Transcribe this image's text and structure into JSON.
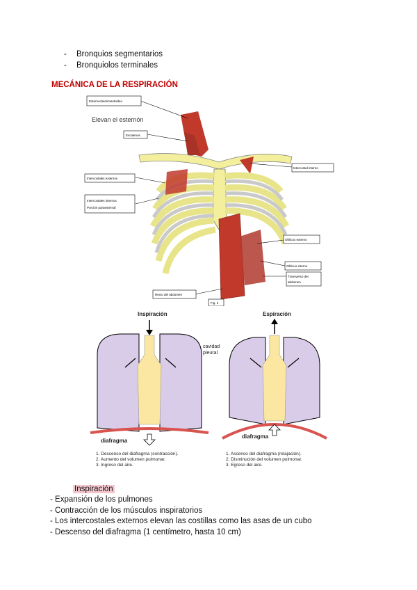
{
  "bullets": [
    {
      "dash": "-",
      "text": "Bronquios segmentarios"
    },
    {
      "dash": "-",
      "text": "Bronquiolos terminales"
    }
  ],
  "section_title": "MECÁNICA DE LA RESPIRACIÓN",
  "figure1": {
    "caption_elevan": "Elevan el esternón",
    "labels": {
      "esternocleido": "Esternocleidomastoideo",
      "escalenos": "Escalenos",
      "intercostales_externos": "Intercostales externos",
      "intercostales_internos_1": "Intercostales internos",
      "intercostales_internos_2": "Porción paraesternal",
      "intercostal_interno": "Intercostal interno",
      "oblicuo_externo": "Oblicuo externo",
      "oblicuo_interno": "Oblicuo interno",
      "transverso_1": "Transverso del",
      "transverso_2": "abdomen",
      "recto": "Recto del abdomen",
      "fig": "Fig. 2"
    }
  },
  "figure2": {
    "inspiracion_title": "Inspiración",
    "espiracion_title": "Espiración",
    "cavidad_1": "cavidad",
    "cavidad_2": "pleural",
    "diafragma_left": "diafragma",
    "diafragma_right": "diafragma",
    "left_steps": [
      "1. Descenso del diafragma (contracción).",
      "2. Aumento del volumen pulmonar.",
      "3. Ingreso del aire."
    ],
    "right_steps": [
      "1. Ascenso del diafragma (relajación).",
      "2. Disminución del volumen pulmonar.",
      "3. Egreso del aire."
    ]
  },
  "inspiracion_heading": "Inspiración",
  "list_items": [
    "- Expansión de los pulmones",
    "- Contracción de los músculos inspiratorios",
    "- Los intercostales externos elevan las costillas como las asas de un cubo",
    "- Descenso del diafragma (1 centímetro, hasta 10 cm)"
  ],
  "colors": {
    "title_red": "#c00000",
    "highlight_pink": "#f4c7cf",
    "lung_purple": "#d9cce8",
    "airway_yellow": "#fbe7a1",
    "bone_yellow": "#f3ef9c",
    "muscle_red": "#c0392b",
    "diaphragm_red": "#d9534f"
  }
}
